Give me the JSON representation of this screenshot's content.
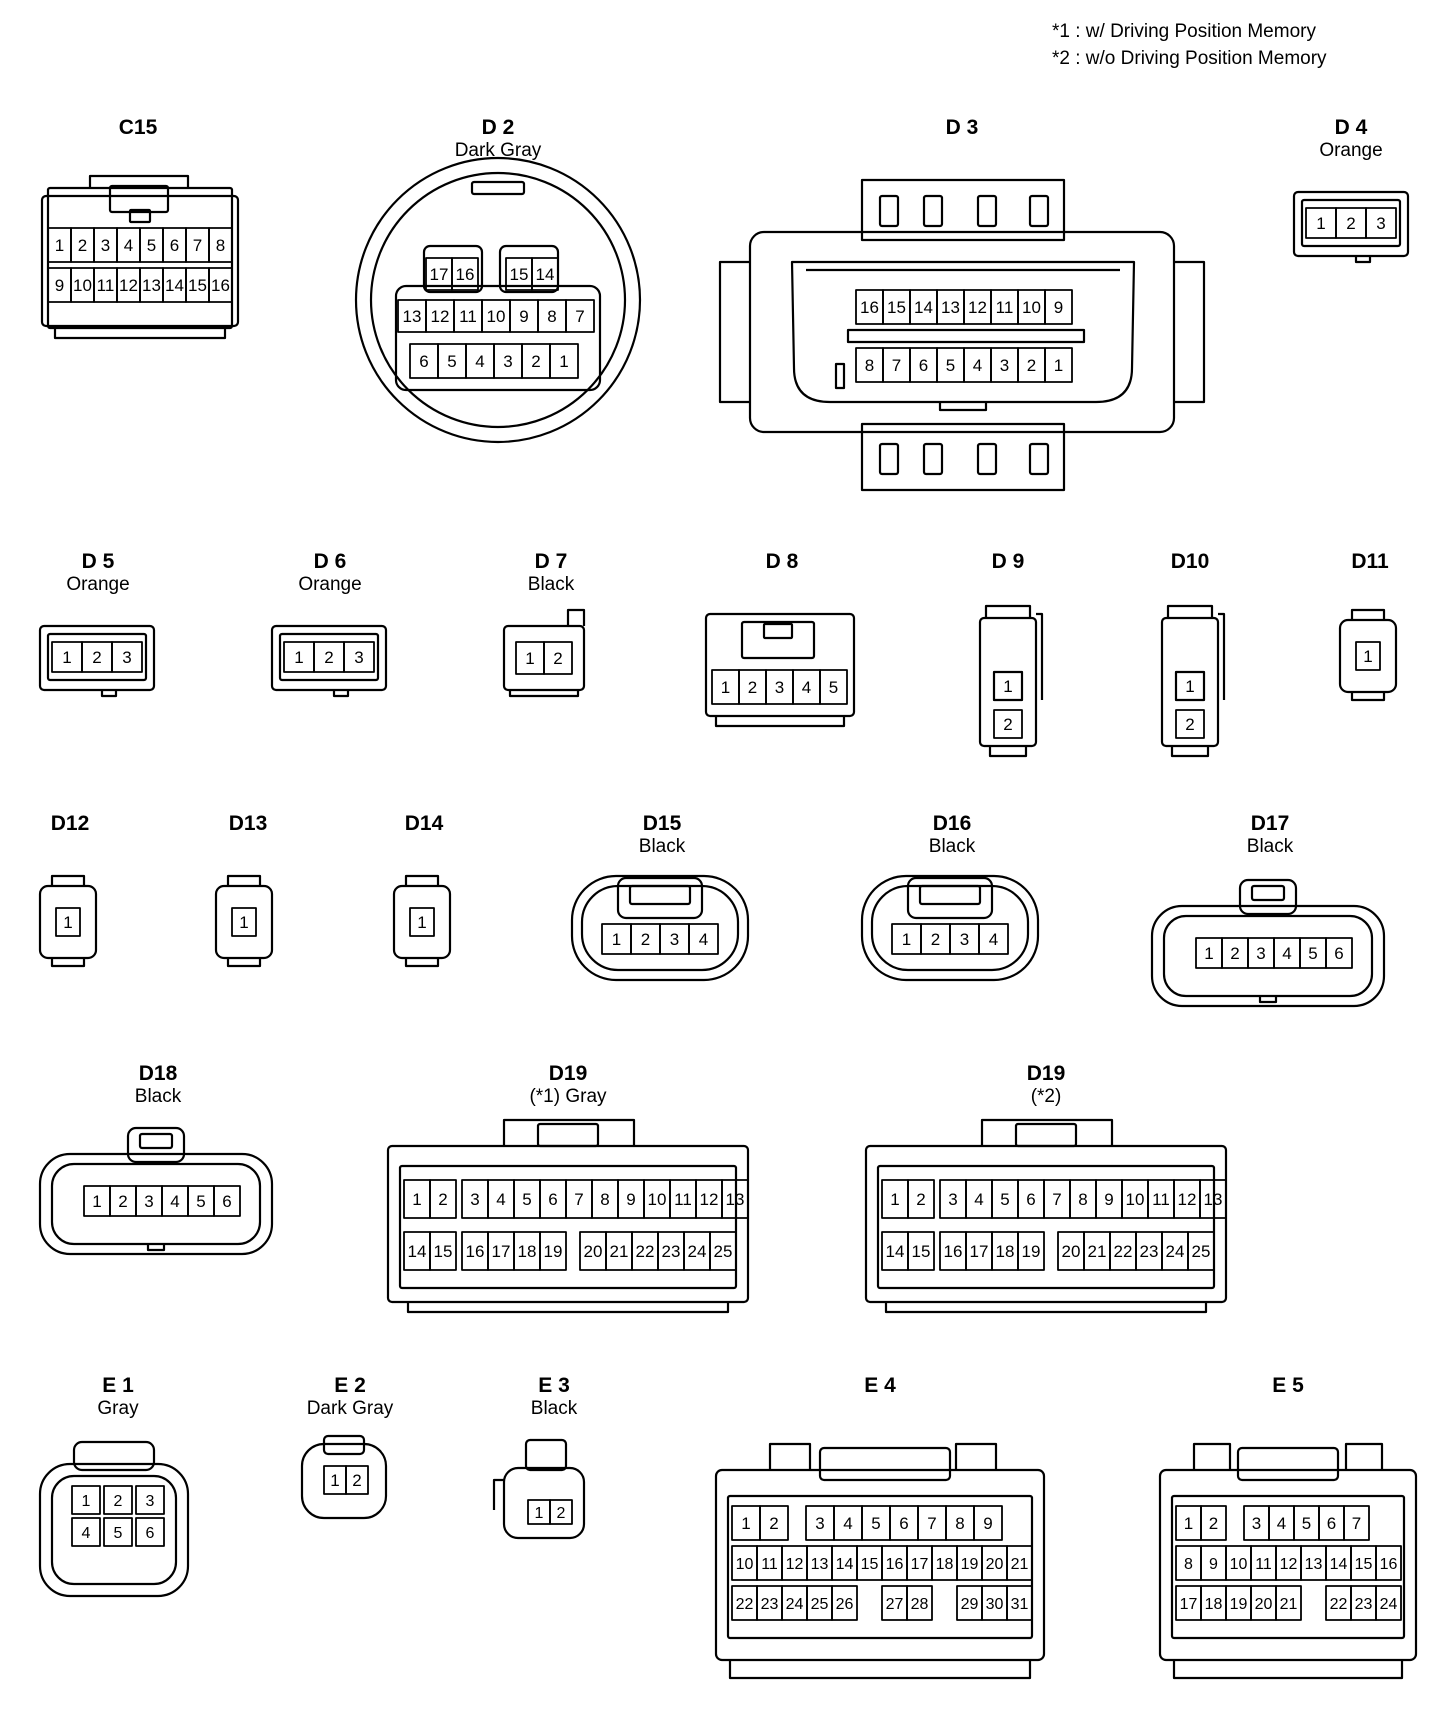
{
  "notes": [
    "*1 : w/ Driving Position Memory",
    "*2 : w/o Driving Position Memory"
  ],
  "connectors": {
    "C15": {
      "id": "C15",
      "color": "",
      "pins": [
        [
          "1",
          "2",
          "3",
          "4",
          "5",
          "6",
          "7",
          "8"
        ],
        [
          "9",
          "10",
          "11",
          "12",
          "13",
          "14",
          "15",
          "16"
        ]
      ]
    },
    "D2": {
      "id": "D 2",
      "color": "Dark Gray",
      "pins": [
        [
          "17",
          "16",
          "15",
          "14"
        ],
        [
          "13",
          "12",
          "11",
          "10",
          "9",
          "8",
          "7"
        ],
        [
          "6",
          "5",
          "4",
          "3",
          "2",
          "1"
        ]
      ]
    },
    "D3": {
      "id": "D 3",
      "color": "",
      "pins": [
        [
          "16",
          "15",
          "14",
          "13",
          "12",
          "11",
          "10",
          "9"
        ],
        [
          "8",
          "7",
          "6",
          "5",
          "4",
          "3",
          "2",
          "1"
        ]
      ]
    },
    "D4": {
      "id": "D 4",
      "color": "Orange",
      "pins": [
        [
          "1",
          "2",
          "3"
        ]
      ]
    },
    "D5": {
      "id": "D 5",
      "color": "Orange",
      "pins": [
        [
          "1",
          "2",
          "3"
        ]
      ]
    },
    "D6": {
      "id": "D 6",
      "color": "Orange",
      "pins": [
        [
          "1",
          "2",
          "3"
        ]
      ]
    },
    "D7": {
      "id": "D 7",
      "color": "Black",
      "pins": [
        [
          "1",
          "2"
        ]
      ]
    },
    "D8": {
      "id": "D 8",
      "color": "",
      "pins": [
        [
          "1",
          "2",
          "3",
          "4",
          "5"
        ]
      ]
    },
    "D9": {
      "id": "D 9",
      "color": "",
      "pins": [
        [
          "1"
        ],
        [
          "2"
        ]
      ]
    },
    "D10": {
      "id": "D10",
      "color": "",
      "pins": [
        [
          "1"
        ],
        [
          "2"
        ]
      ]
    },
    "D11": {
      "id": "D11",
      "color": "",
      "pins": [
        [
          "1"
        ]
      ]
    },
    "D12": {
      "id": "D12",
      "color": "",
      "pins": [
        [
          "1"
        ]
      ]
    },
    "D13": {
      "id": "D13",
      "color": "",
      "pins": [
        [
          "1"
        ]
      ]
    },
    "D14": {
      "id": "D14",
      "color": "",
      "pins": [
        [
          "1"
        ]
      ]
    },
    "D15": {
      "id": "D15",
      "color": "Black",
      "pins": [
        [
          "1",
          "2",
          "3",
          "4"
        ]
      ]
    },
    "D16": {
      "id": "D16",
      "color": "Black",
      "pins": [
        [
          "1",
          "2",
          "3",
          "4"
        ]
      ]
    },
    "D17": {
      "id": "D17",
      "color": "Black",
      "pins": [
        [
          "1",
          "2",
          "3",
          "4",
          "5",
          "6"
        ]
      ]
    },
    "D18": {
      "id": "D18",
      "color": "Black",
      "pins": [
        [
          "1",
          "2",
          "3",
          "4",
          "5",
          "6"
        ]
      ]
    },
    "D19a": {
      "id": "D19",
      "color": "(*1)  Gray",
      "pins": [
        [
          "1",
          "2",
          "3",
          "4",
          "5",
          "6",
          "7",
          "8",
          "9",
          "10",
          "11",
          "12",
          "13"
        ],
        [
          "14",
          "15",
          "16",
          "17",
          "18",
          "19",
          "20",
          "21",
          "22",
          "23",
          "24",
          "25"
        ]
      ]
    },
    "D19b": {
      "id": "D19",
      "color": "(*2)",
      "pins": [
        [
          "1",
          "2",
          "3",
          "4",
          "5",
          "6",
          "7",
          "8",
          "9",
          "10",
          "11",
          "12",
          "13"
        ],
        [
          "14",
          "15",
          "16",
          "17",
          "18",
          "19",
          "20",
          "21",
          "22",
          "23",
          "24",
          "25"
        ]
      ]
    },
    "E1": {
      "id": "E 1",
      "color": "Gray",
      "pins": [
        [
          "1",
          "2",
          "3"
        ],
        [
          "4",
          "5",
          "6"
        ]
      ]
    },
    "E2": {
      "id": "E 2",
      "color": "Dark Gray",
      "pins": [
        [
          "1",
          "2"
        ]
      ]
    },
    "E3": {
      "id": "E 3",
      "color": "Black",
      "pins": [
        [
          "1",
          "2"
        ]
      ]
    },
    "E4": {
      "id": "E 4",
      "color": "",
      "pins": [
        [
          "1",
          "2",
          "3",
          "4",
          "5",
          "6",
          "7",
          "8",
          "9"
        ],
        [
          "10",
          "11",
          "12",
          "13",
          "14",
          "15",
          "16",
          "17",
          "18",
          "19",
          "20",
          "21"
        ],
        [
          "22",
          "23",
          "24",
          "25",
          "26",
          "27",
          "28",
          "29",
          "30",
          "31"
        ]
      ]
    },
    "E5": {
      "id": "E 5",
      "color": "",
      "pins": [
        [
          "1",
          "2",
          "3",
          "4",
          "5",
          "6",
          "7"
        ],
        [
          "8",
          "9",
          "10",
          "11",
          "12",
          "13",
          "14",
          "15",
          "16"
        ],
        [
          "17",
          "18",
          "19",
          "20",
          "21",
          "22",
          "23",
          "24"
        ]
      ]
    }
  }
}
